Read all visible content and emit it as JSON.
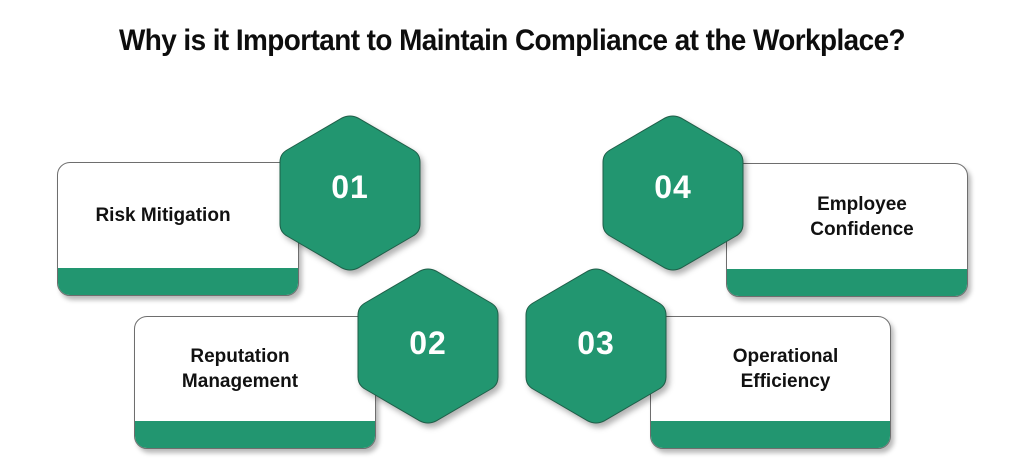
{
  "title": "Why is it Important to Maintain Compliance at the Workplace?",
  "colors": {
    "accent": "#229670",
    "text": "#111111",
    "card_border": "#6e6e6e"
  },
  "items": [
    {
      "number": "01",
      "label": "Risk Mitigation"
    },
    {
      "number": "02",
      "label_line1": "Reputation",
      "label_line2": "Management"
    },
    {
      "number": "03",
      "label_line1": "Operational",
      "label_line2": "Efficiency"
    },
    {
      "number": "04",
      "label_line1": "Employee",
      "label_line2": "Confidence"
    }
  ]
}
